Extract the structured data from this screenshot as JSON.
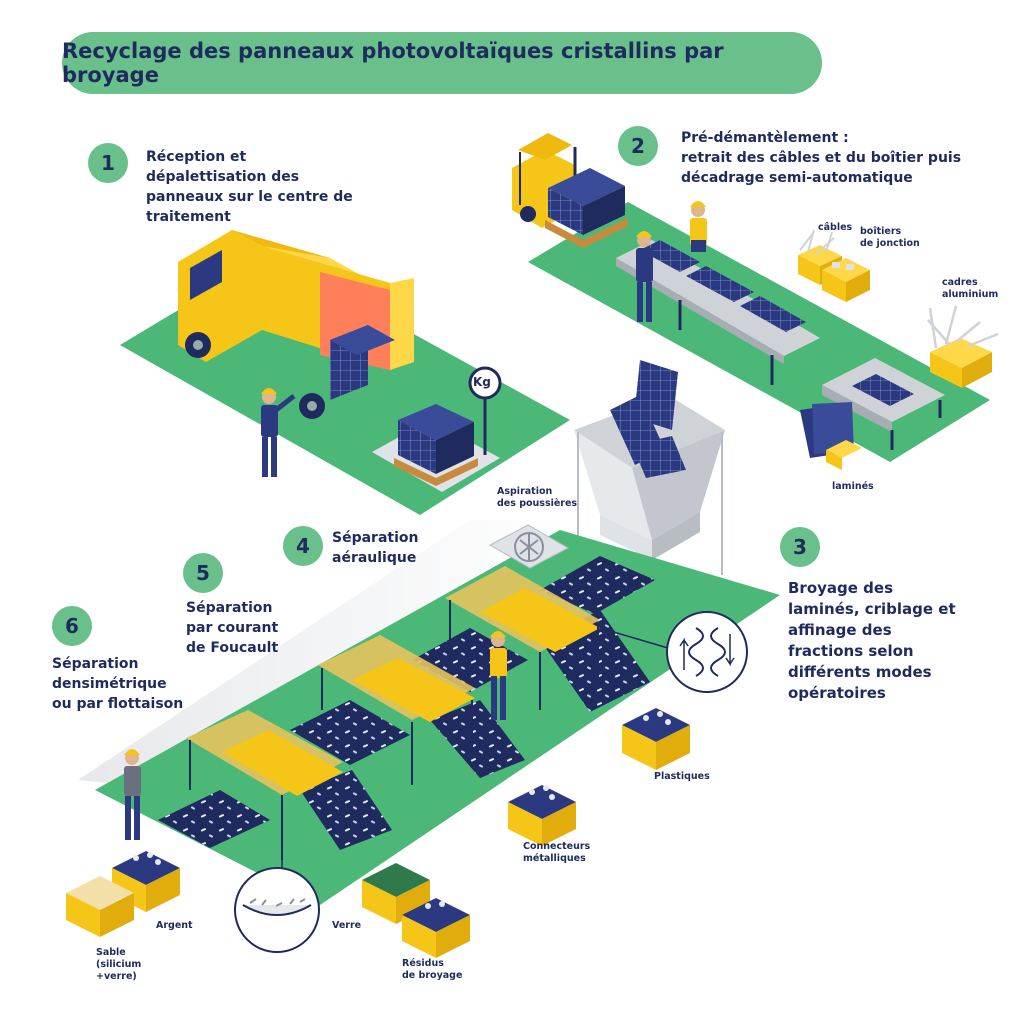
{
  "title": "Recyclage des panneaux photovoltaïques cristallins par broyage",
  "steps": {
    "s1": {
      "num": "1",
      "text": "Réception et dépalettisation des panneaux sur le centre de traitement"
    },
    "s2": {
      "num": "2",
      "line1": "Pré-démantèlement :",
      "line2": "retrait des câbles et du boîtier puis",
      "line3": "décadrage semi-automatique"
    },
    "s3": {
      "num": "3",
      "text": "Broyage des laminés, criblage et affinage des fractions selon différents modes opératoires"
    },
    "s4": {
      "num": "4",
      "line1": "Séparation",
      "line2": "aéraulique"
    },
    "s5": {
      "num": "5",
      "line1": "Séparation",
      "line2": "par courant",
      "line3": "de Foucault"
    },
    "s6": {
      "num": "6",
      "line1": "Séparation",
      "line2": "densimétrique",
      "line3": "ou par flottaison"
    }
  },
  "labels": {
    "kg": "Kg",
    "cables": "câbles",
    "boitiers_1": "boîtiers",
    "boitiers_2": "de jonction",
    "cadres_1": "cadres",
    "cadres_2": "aluminium",
    "lamines": "laminés",
    "aspiration_1": "Aspiration",
    "aspiration_2": "des poussières",
    "plastiques": "Plastiques",
    "connecteurs_1": "Connecteurs",
    "connecteurs_2": "métalliques",
    "argent": "Argent",
    "verre": "Verre",
    "residus_1": "Résidus",
    "residus_2": "de broyage",
    "sable_1": "Sable",
    "sable_2": "(silicium",
    "sable_3": "+verre)"
  },
  "colors": {
    "green": "#4cb878",
    "pill": "#6ac08a",
    "navy": "#1f2a5e",
    "yellow": "#f5c518",
    "panel": "#2b3a80",
    "grey": "#cfd3d8"
  }
}
